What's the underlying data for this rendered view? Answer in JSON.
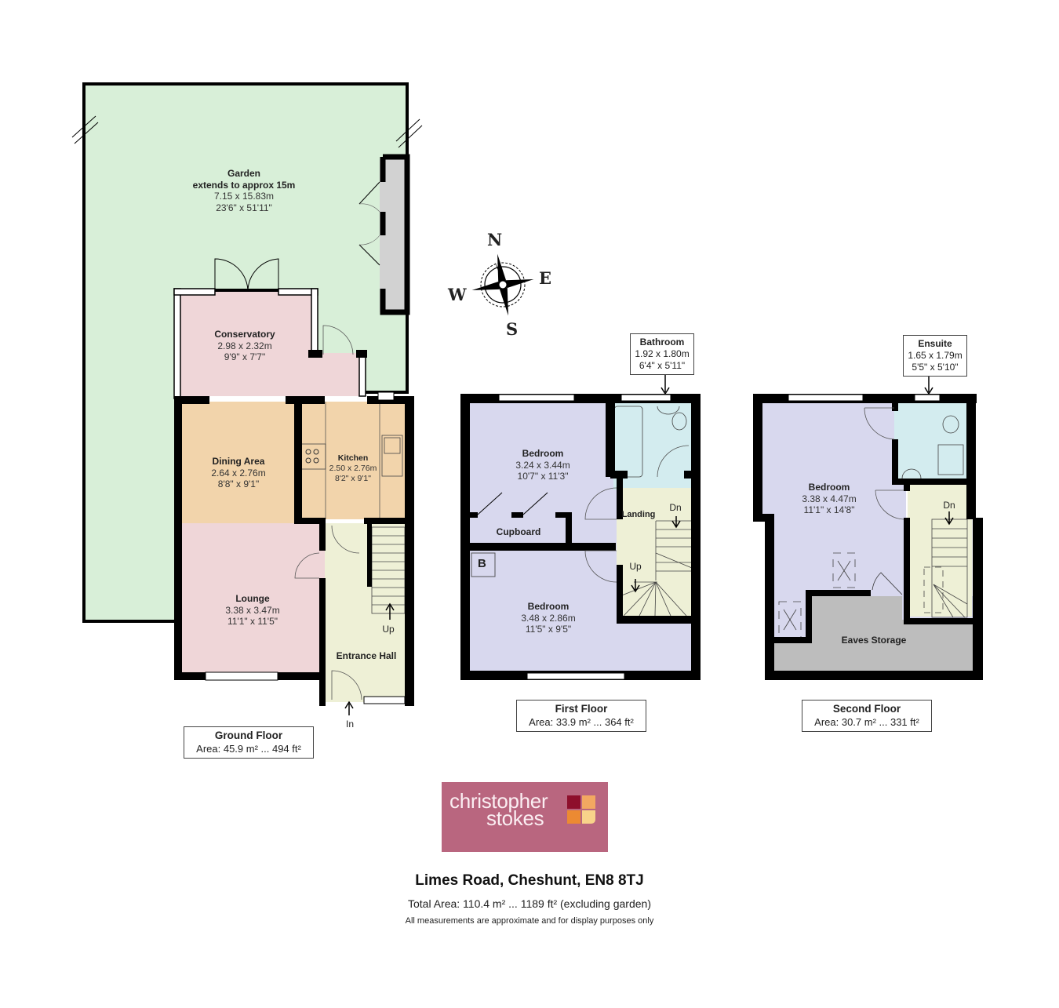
{
  "garden": {
    "name": "Garden",
    "note": "extends to approx 15m",
    "metric": "7.15 x 15.83m",
    "imperial": "23'6\" x 51'11\""
  },
  "compass": {
    "n": "N",
    "e": "E",
    "s": "S",
    "w": "W"
  },
  "ground_floor": {
    "title": "Ground Floor",
    "area": "Area: 45.9 m² ... 494 ft²",
    "rooms": [
      {
        "name": "Conservatory",
        "metric": "2.98 x 2.32m",
        "imperial": "9'9\" x 7'7\""
      },
      {
        "name": "Dining Area",
        "metric": "2.64 x 2.76m",
        "imperial": "8'8\" x 9'1\""
      },
      {
        "name": "Kitchen",
        "metric": "2.50 x 2.76m",
        "imperial": "8'2\" x 9'1\""
      },
      {
        "name": "Lounge",
        "metric": "3.38 x 3.47m",
        "imperial": "11'1\" x 11'5\""
      },
      {
        "name": "Entrance Hall"
      }
    ],
    "stairs_label": "Up",
    "entry_label": "In"
  },
  "first_floor": {
    "title": "First Floor",
    "area": "Area: 33.9 m² ... 364 ft²",
    "rooms": [
      {
        "name": "Bedroom",
        "metric": "3.24 x 3.44m",
        "imperial": "10'7\" x 11'3\""
      },
      {
        "name": "Bedroom",
        "metric": "3.48 x 2.86m",
        "imperial": "11'5\" x 9'5\""
      },
      {
        "name": "Bathroom",
        "metric": "1.92 x 1.80m",
        "imperial": "6'4\" x 5'11\""
      },
      {
        "name": "Cupboard"
      },
      {
        "name": "Landing"
      }
    ],
    "boiler_label": "B",
    "stairs_down": "Dn",
    "stairs_up": "Up"
  },
  "second_floor": {
    "title": "Second Floor",
    "area": "Area: 30.7 m² ... 331 ft²",
    "rooms": [
      {
        "name": "Bedroom",
        "metric": "3.38 x 4.47m",
        "imperial": "11'1\" x 14'8\""
      },
      {
        "name": "Ensuite",
        "metric": "1.65 x 1.79m",
        "imperial": "5'5\" x 5'10\""
      },
      {
        "name": "Eaves Storage"
      }
    ],
    "stairs_down": "Dn"
  },
  "branding": {
    "line1": "christopher",
    "line2": "stokes",
    "bg_color": "#b9667f",
    "squares": [
      "#8e0f2c",
      "#f2a861",
      "#ec8a32",
      "#f8d38a"
    ]
  },
  "footer": {
    "address": "Limes Road, Cheshunt, EN8 8TJ",
    "total_area": "Total Area: 110.4 m² ... 1189 ft² (excluding garden)",
    "disclaimer": "All measurements are approximate and for display purposes only"
  },
  "colors": {
    "garden": "#d8efd8",
    "conservatory": "#efd6d8",
    "dining_kitchen": "#f2d4ab",
    "lounge": "#efd6d8",
    "hall": "#eef0d6",
    "bedroom": "#d8d8ee",
    "bathroom": "#d3ecef",
    "storage": "#bdbdbd",
    "wall": "#000000"
  }
}
